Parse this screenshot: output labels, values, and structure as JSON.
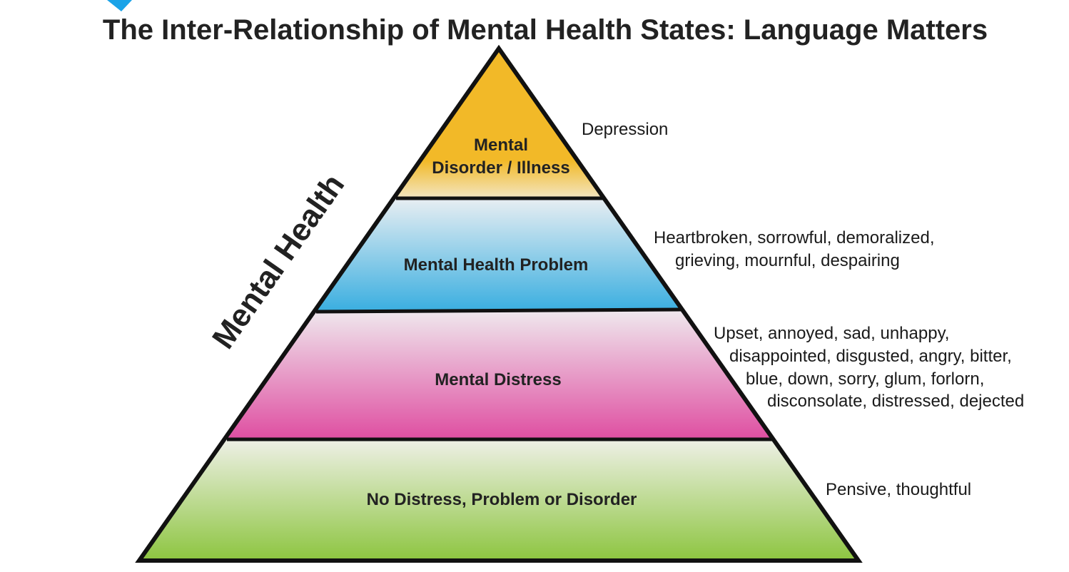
{
  "title": "The Inter-Relationship of Mental Health States: Language Matters",
  "side_label": "Mental Health",
  "tiers": [
    {
      "label_lines": [
        "Mental",
        "Disorder / Illness"
      ],
      "color": "#f2b928",
      "examples": [
        "Depression"
      ]
    },
    {
      "label_lines": [
        "Mental Health Problem"
      ],
      "color": "#3fb1e0",
      "examples": [
        "Heartbroken, sorrowful, demoralized,",
        "grieving, mournful, despairing"
      ]
    },
    {
      "label_lines": [
        "Mental Distress"
      ],
      "color": "#e04fa2",
      "examples": [
        "Upset, annoyed, sad, unhappy,",
        "disappointed, disgusted, angry, bitter,",
        "blue, down, sorry, glum, forlorn,",
        "disconsolate, distressed, dejected"
      ]
    },
    {
      "label_lines": [
        "No Distress, Problem or Disorder"
      ],
      "color": "#8fc542",
      "examples": [
        "Pensive, thoughtful"
      ]
    }
  ],
  "accent_color": "#1aa3e8"
}
